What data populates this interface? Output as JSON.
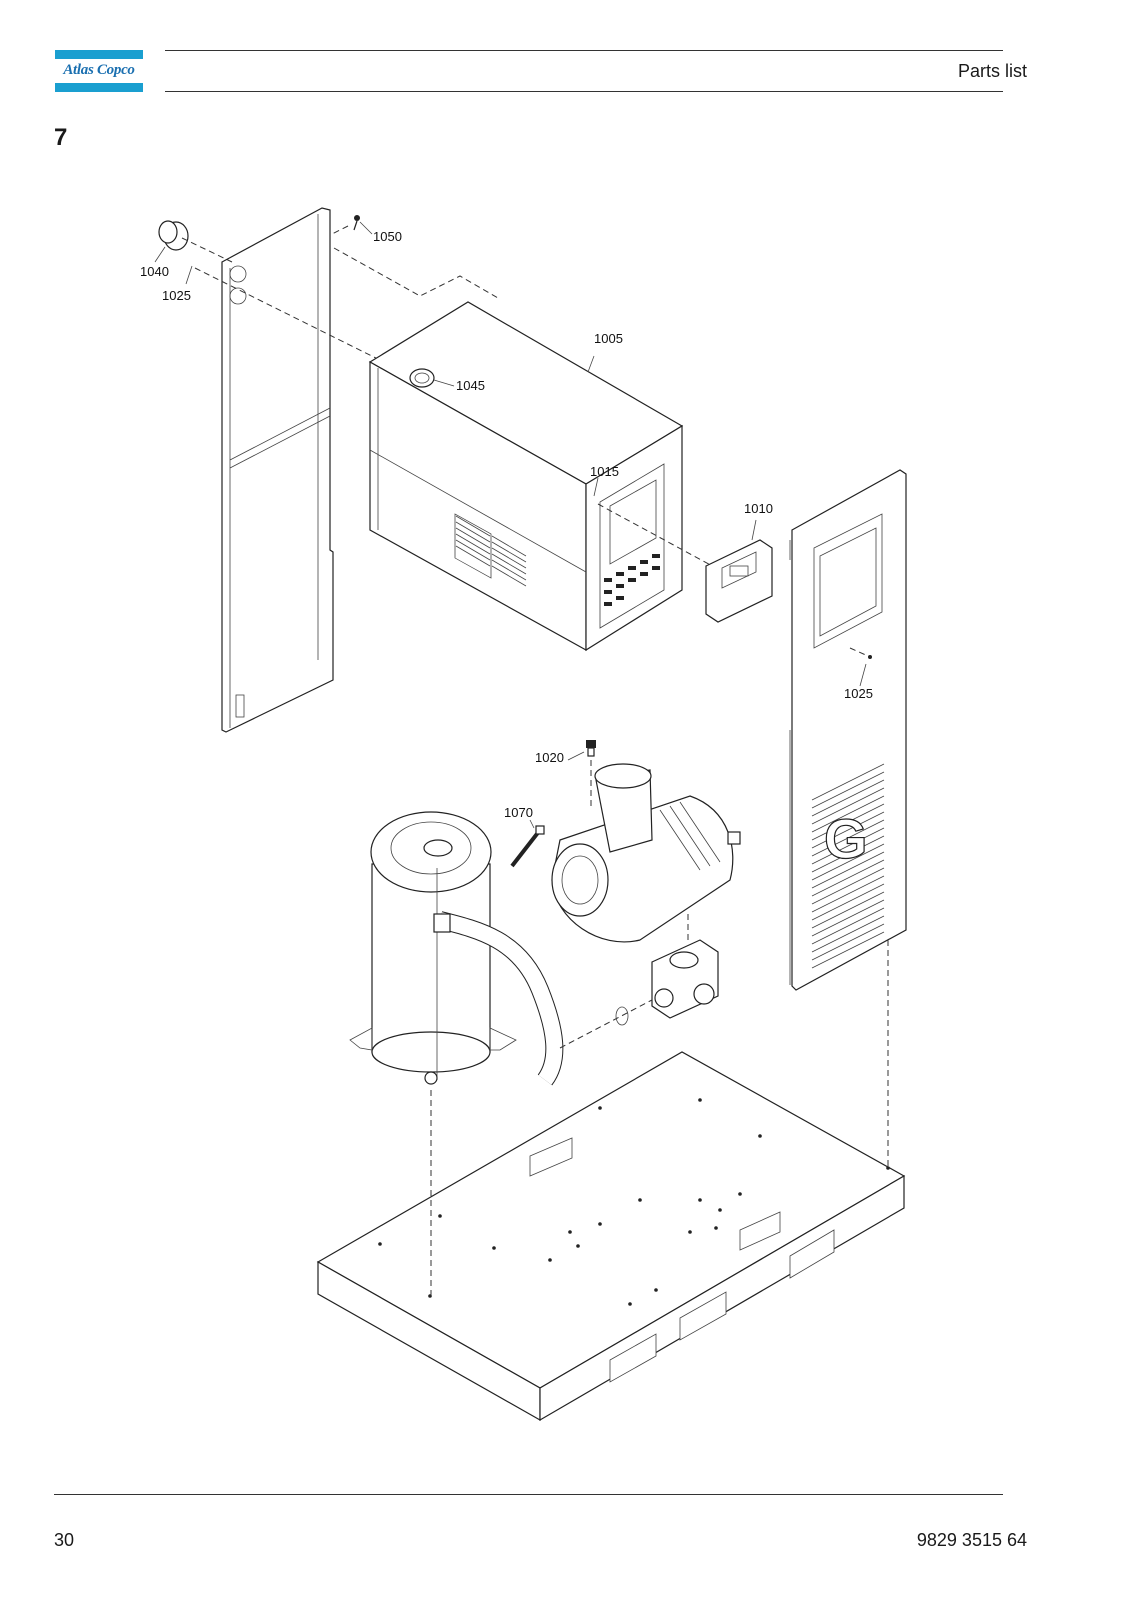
{
  "header": {
    "logo_text": "Atlas Copco",
    "title": "Parts list"
  },
  "section_number": "7",
  "callouts": {
    "c1040": "1040",
    "c1025a": "1025",
    "c1050": "1050",
    "c1005": "1005",
    "c1045": "1045",
    "c1015": "1015",
    "c1010": "1010",
    "c1025b": "1025",
    "c1020": "1020",
    "c1070": "1070"
  },
  "panel_logo_letter": "G",
  "footer": {
    "page_number": "30",
    "document_number": "9829 3515 64"
  },
  "colors": {
    "brand_blue": "#1a9fd0",
    "line": "#222222"
  }
}
